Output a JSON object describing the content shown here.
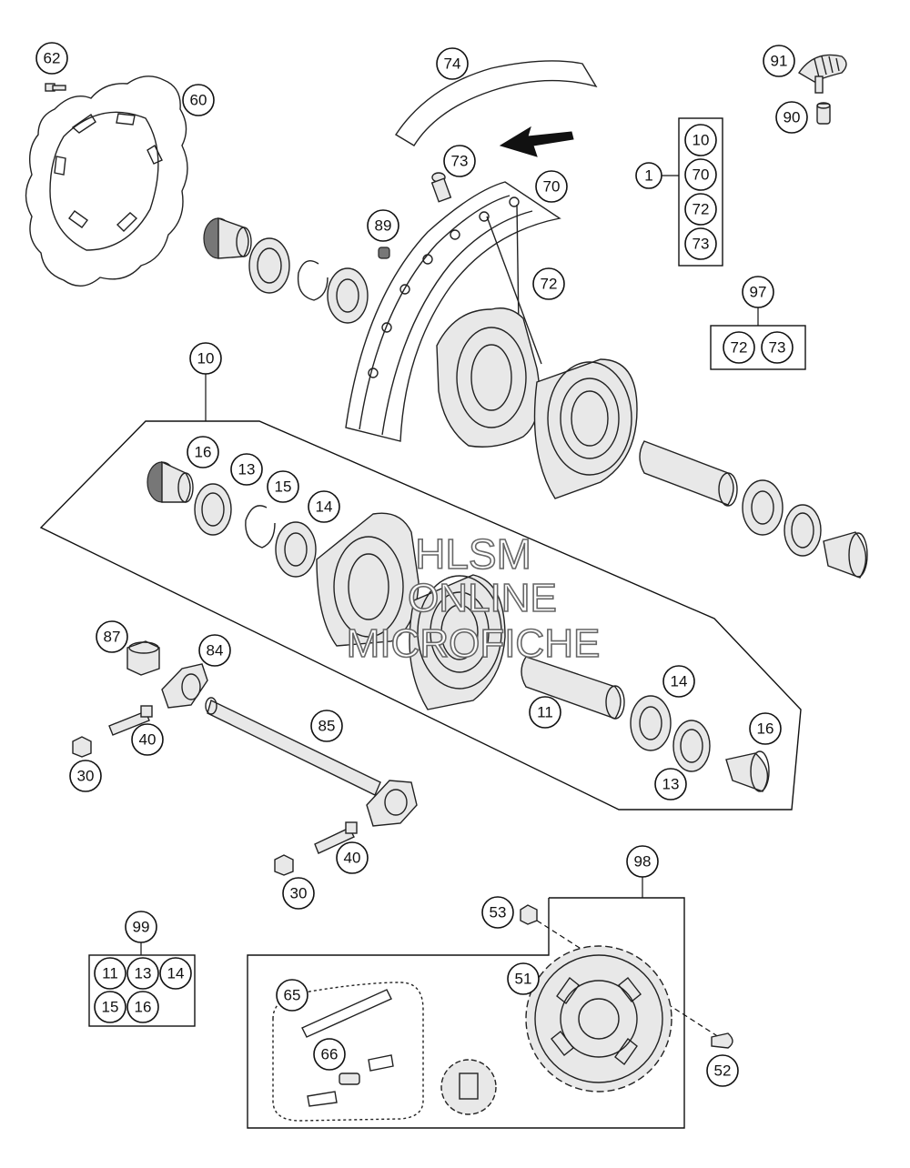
{
  "watermark": {
    "line1": "HLSM",
    "line2": "ONLINE",
    "line3": "MICROFICHE"
  },
  "callouts": {
    "c1": "1",
    "c10_main": "10",
    "c10_set": "10",
    "c11_group": "11",
    "c11_set": "11",
    "c13_a": "13",
    "c13_b": "13",
    "c13_set": "13",
    "c14_a": "14",
    "c14_b": "14",
    "c14_set": "14",
    "c15_a": "15",
    "c15_set": "15",
    "c16_a": "16",
    "c16_b": "16",
    "c16_set": "16",
    "c30_a": "30",
    "c30_b": "30",
    "c40_a": "40",
    "c40_b": "40",
    "c51": "51",
    "c52": "52",
    "c53": "53",
    "c60": "60",
    "c62": "62",
    "c65": "65",
    "c66": "66",
    "c70_set": "70",
    "c70": "70",
    "c72_set": "72",
    "c72": "72",
    "c72_97": "72",
    "c73_set": "73",
    "c73": "73",
    "c73_97": "73",
    "c74": "74",
    "c84": "84",
    "c85": "85",
    "c87": "87",
    "c89": "89",
    "c90": "90",
    "c91": "91",
    "c97": "97",
    "c98": "98",
    "c99": "99"
  }
}
